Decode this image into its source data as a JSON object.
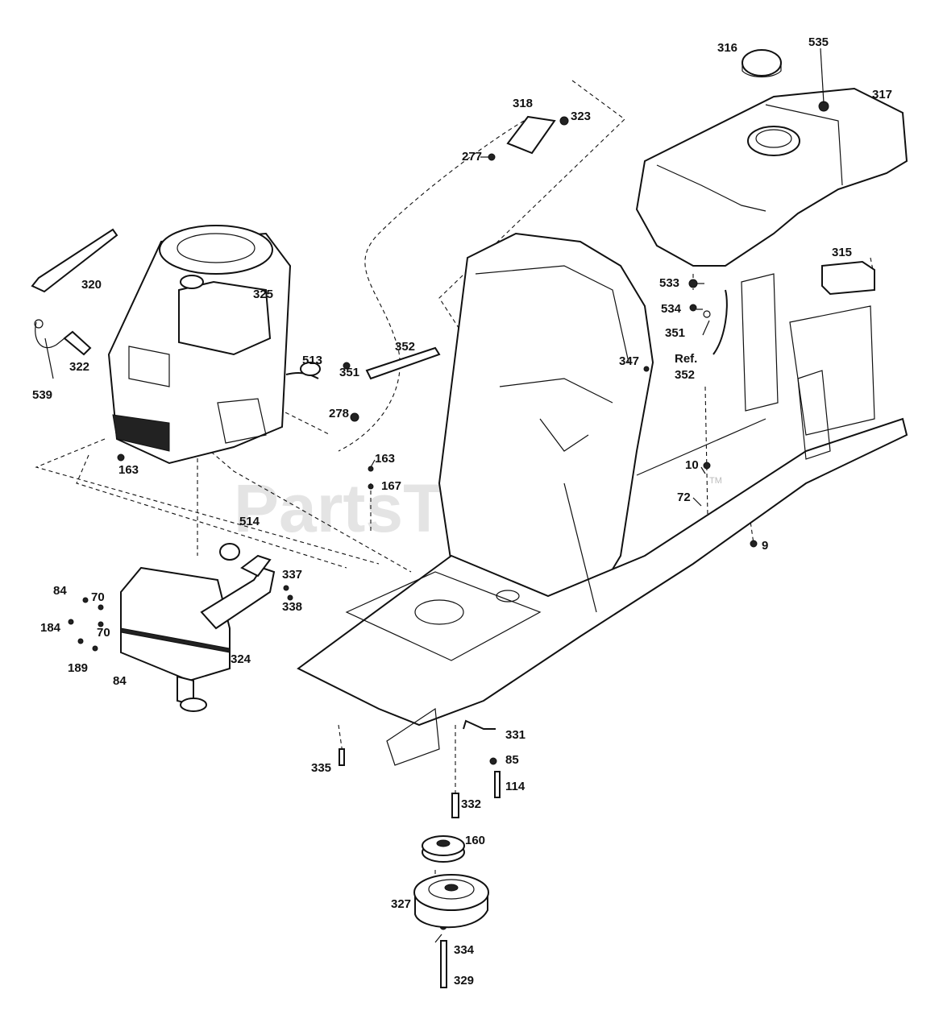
{
  "watermark": "PartsTree",
  "trademark": "TM",
  "parts": [
    {
      "id": "p316",
      "label": "316"
    },
    {
      "id": "p535",
      "label": "535"
    },
    {
      "id": "p317",
      "label": "317"
    },
    {
      "id": "p318",
      "label": "318"
    },
    {
      "id": "p323",
      "label": "323"
    },
    {
      "id": "p277",
      "label": "277"
    },
    {
      "id": "p320",
      "label": "320"
    },
    {
      "id": "p325",
      "label": "325"
    },
    {
      "id": "p315",
      "label": "315"
    },
    {
      "id": "p533",
      "label": "533"
    },
    {
      "id": "p534",
      "label": "534"
    },
    {
      "id": "p351b",
      "label": "351"
    },
    {
      "id": "pref",
      "label": "Ref."
    },
    {
      "id": "p352b",
      "label": "352"
    },
    {
      "id": "p322",
      "label": "322"
    },
    {
      "id": "p539",
      "label": "539"
    },
    {
      "id": "p513",
      "label": "513"
    },
    {
      "id": "p351a",
      "label": "351"
    },
    {
      "id": "p352a",
      "label": "352"
    },
    {
      "id": "p347",
      "label": "347"
    },
    {
      "id": "p278",
      "label": "278"
    },
    {
      "id": "p163a",
      "label": "163"
    },
    {
      "id": "p163b",
      "label": "163"
    },
    {
      "id": "p167",
      "label": "167"
    },
    {
      "id": "p10",
      "label": "10"
    },
    {
      "id": "p72",
      "label": "72"
    },
    {
      "id": "p9",
      "label": "9"
    },
    {
      "id": "p514",
      "label": "514"
    },
    {
      "id": "p337",
      "label": "337"
    },
    {
      "id": "p338",
      "label": "338"
    },
    {
      "id": "p84a",
      "label": "84"
    },
    {
      "id": "p70a",
      "label": "70"
    },
    {
      "id": "p184",
      "label": "184"
    },
    {
      "id": "p70b",
      "label": "70"
    },
    {
      "id": "p189",
      "label": "189"
    },
    {
      "id": "p84b",
      "label": "84"
    },
    {
      "id": "p324",
      "label": "324"
    },
    {
      "id": "p331",
      "label": "331"
    },
    {
      "id": "p85",
      "label": "85"
    },
    {
      "id": "p114",
      "label": "114"
    },
    {
      "id": "p335",
      "label": "335"
    },
    {
      "id": "p332",
      "label": "332"
    },
    {
      "id": "p160",
      "label": "160"
    },
    {
      "id": "p327",
      "label": "327"
    },
    {
      "id": "p334",
      "label": "334"
    },
    {
      "id": "p329",
      "label": "329"
    }
  ]
}
